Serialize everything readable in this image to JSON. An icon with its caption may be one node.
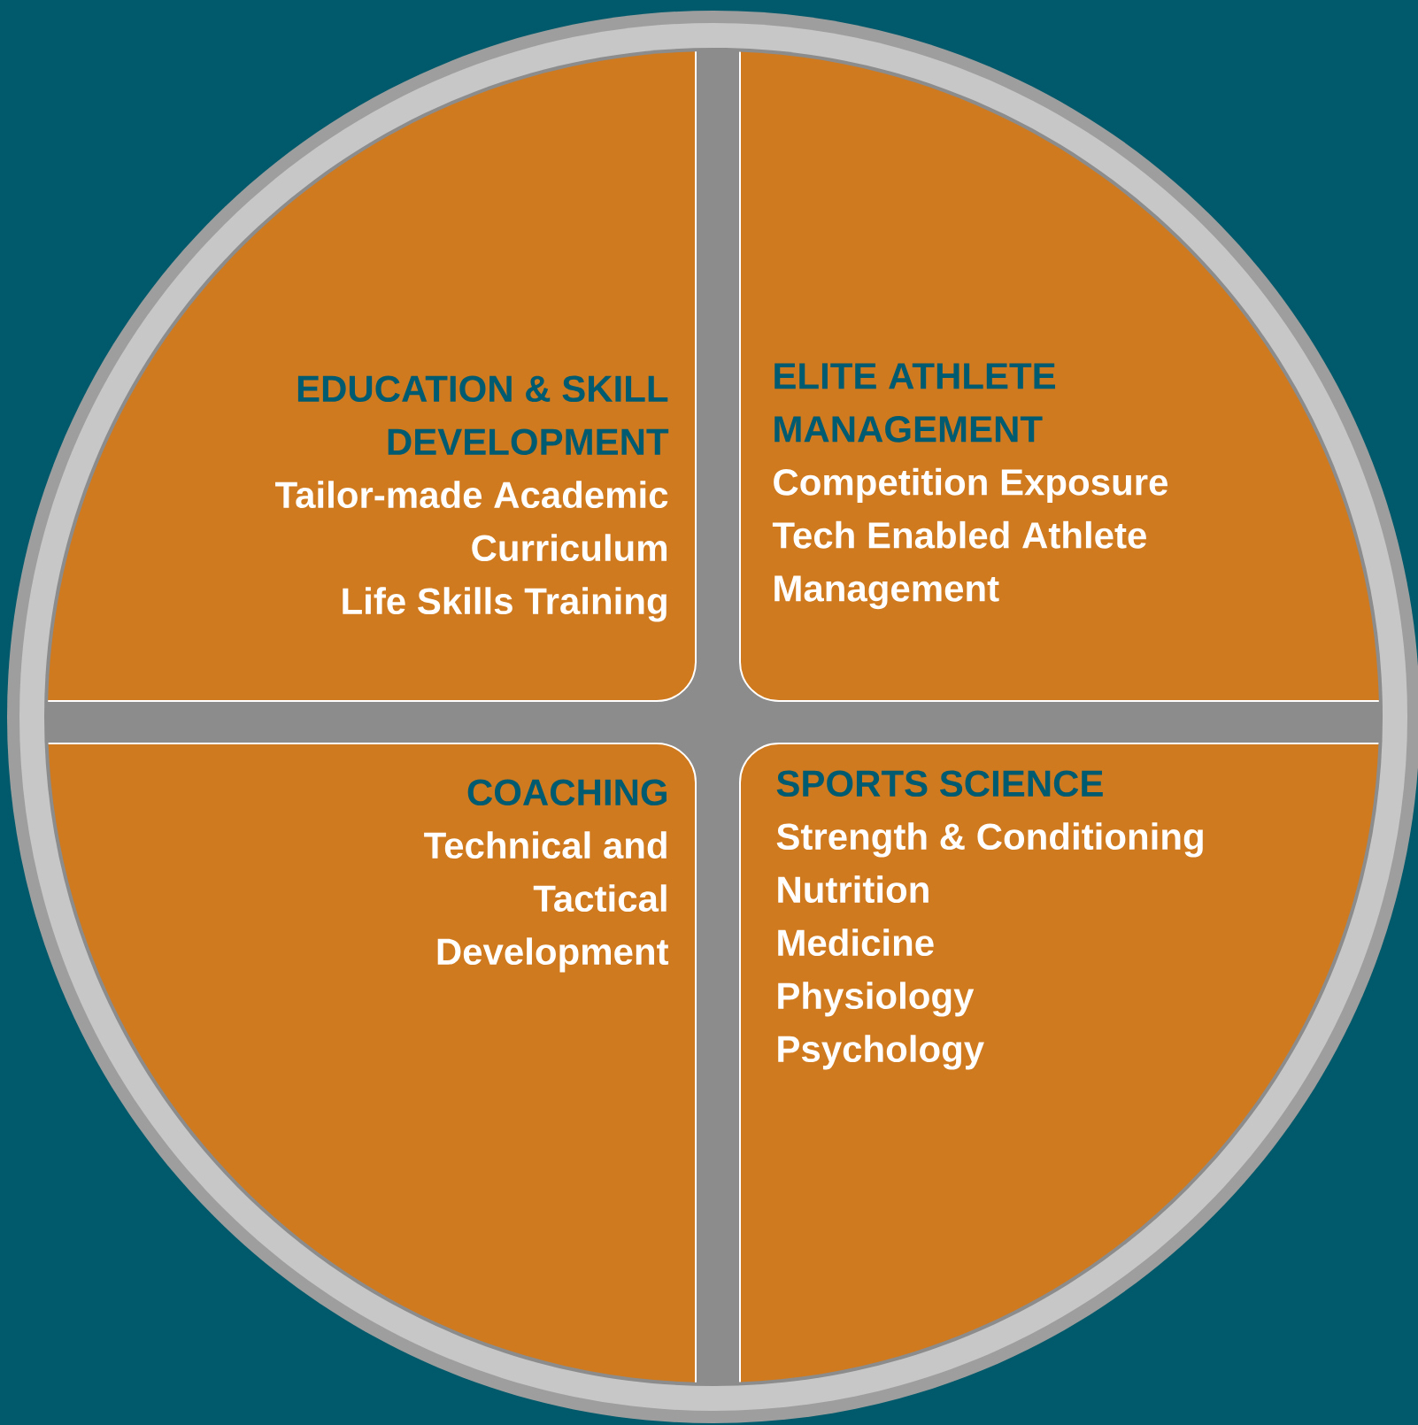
{
  "diagram": {
    "nodes": [
      {
        "text": [
          "EDUCATION & SKILL DEVELOPMENT",
          "Tailor-made Academic Curriculum",
          "Life Skills Training"
        ]
      },
      {
        "text": [
          "ELITE ATHLETE MANAGEMENT",
          "Competition Exposure",
          "Tech Enabled Athlete Management"
        ]
      },
      {
        "text": [
          "COACHING",
          "Technical and Tactical Development"
        ]
      },
      {
        "text": [
          "SPORTS SCIENCE",
          "Strength & Conditioning",
          "Nutrition",
          "Medicine",
          "Physiology",
          "Psychology"
        ]
      }
    ],
    "edges": []
  }
}
